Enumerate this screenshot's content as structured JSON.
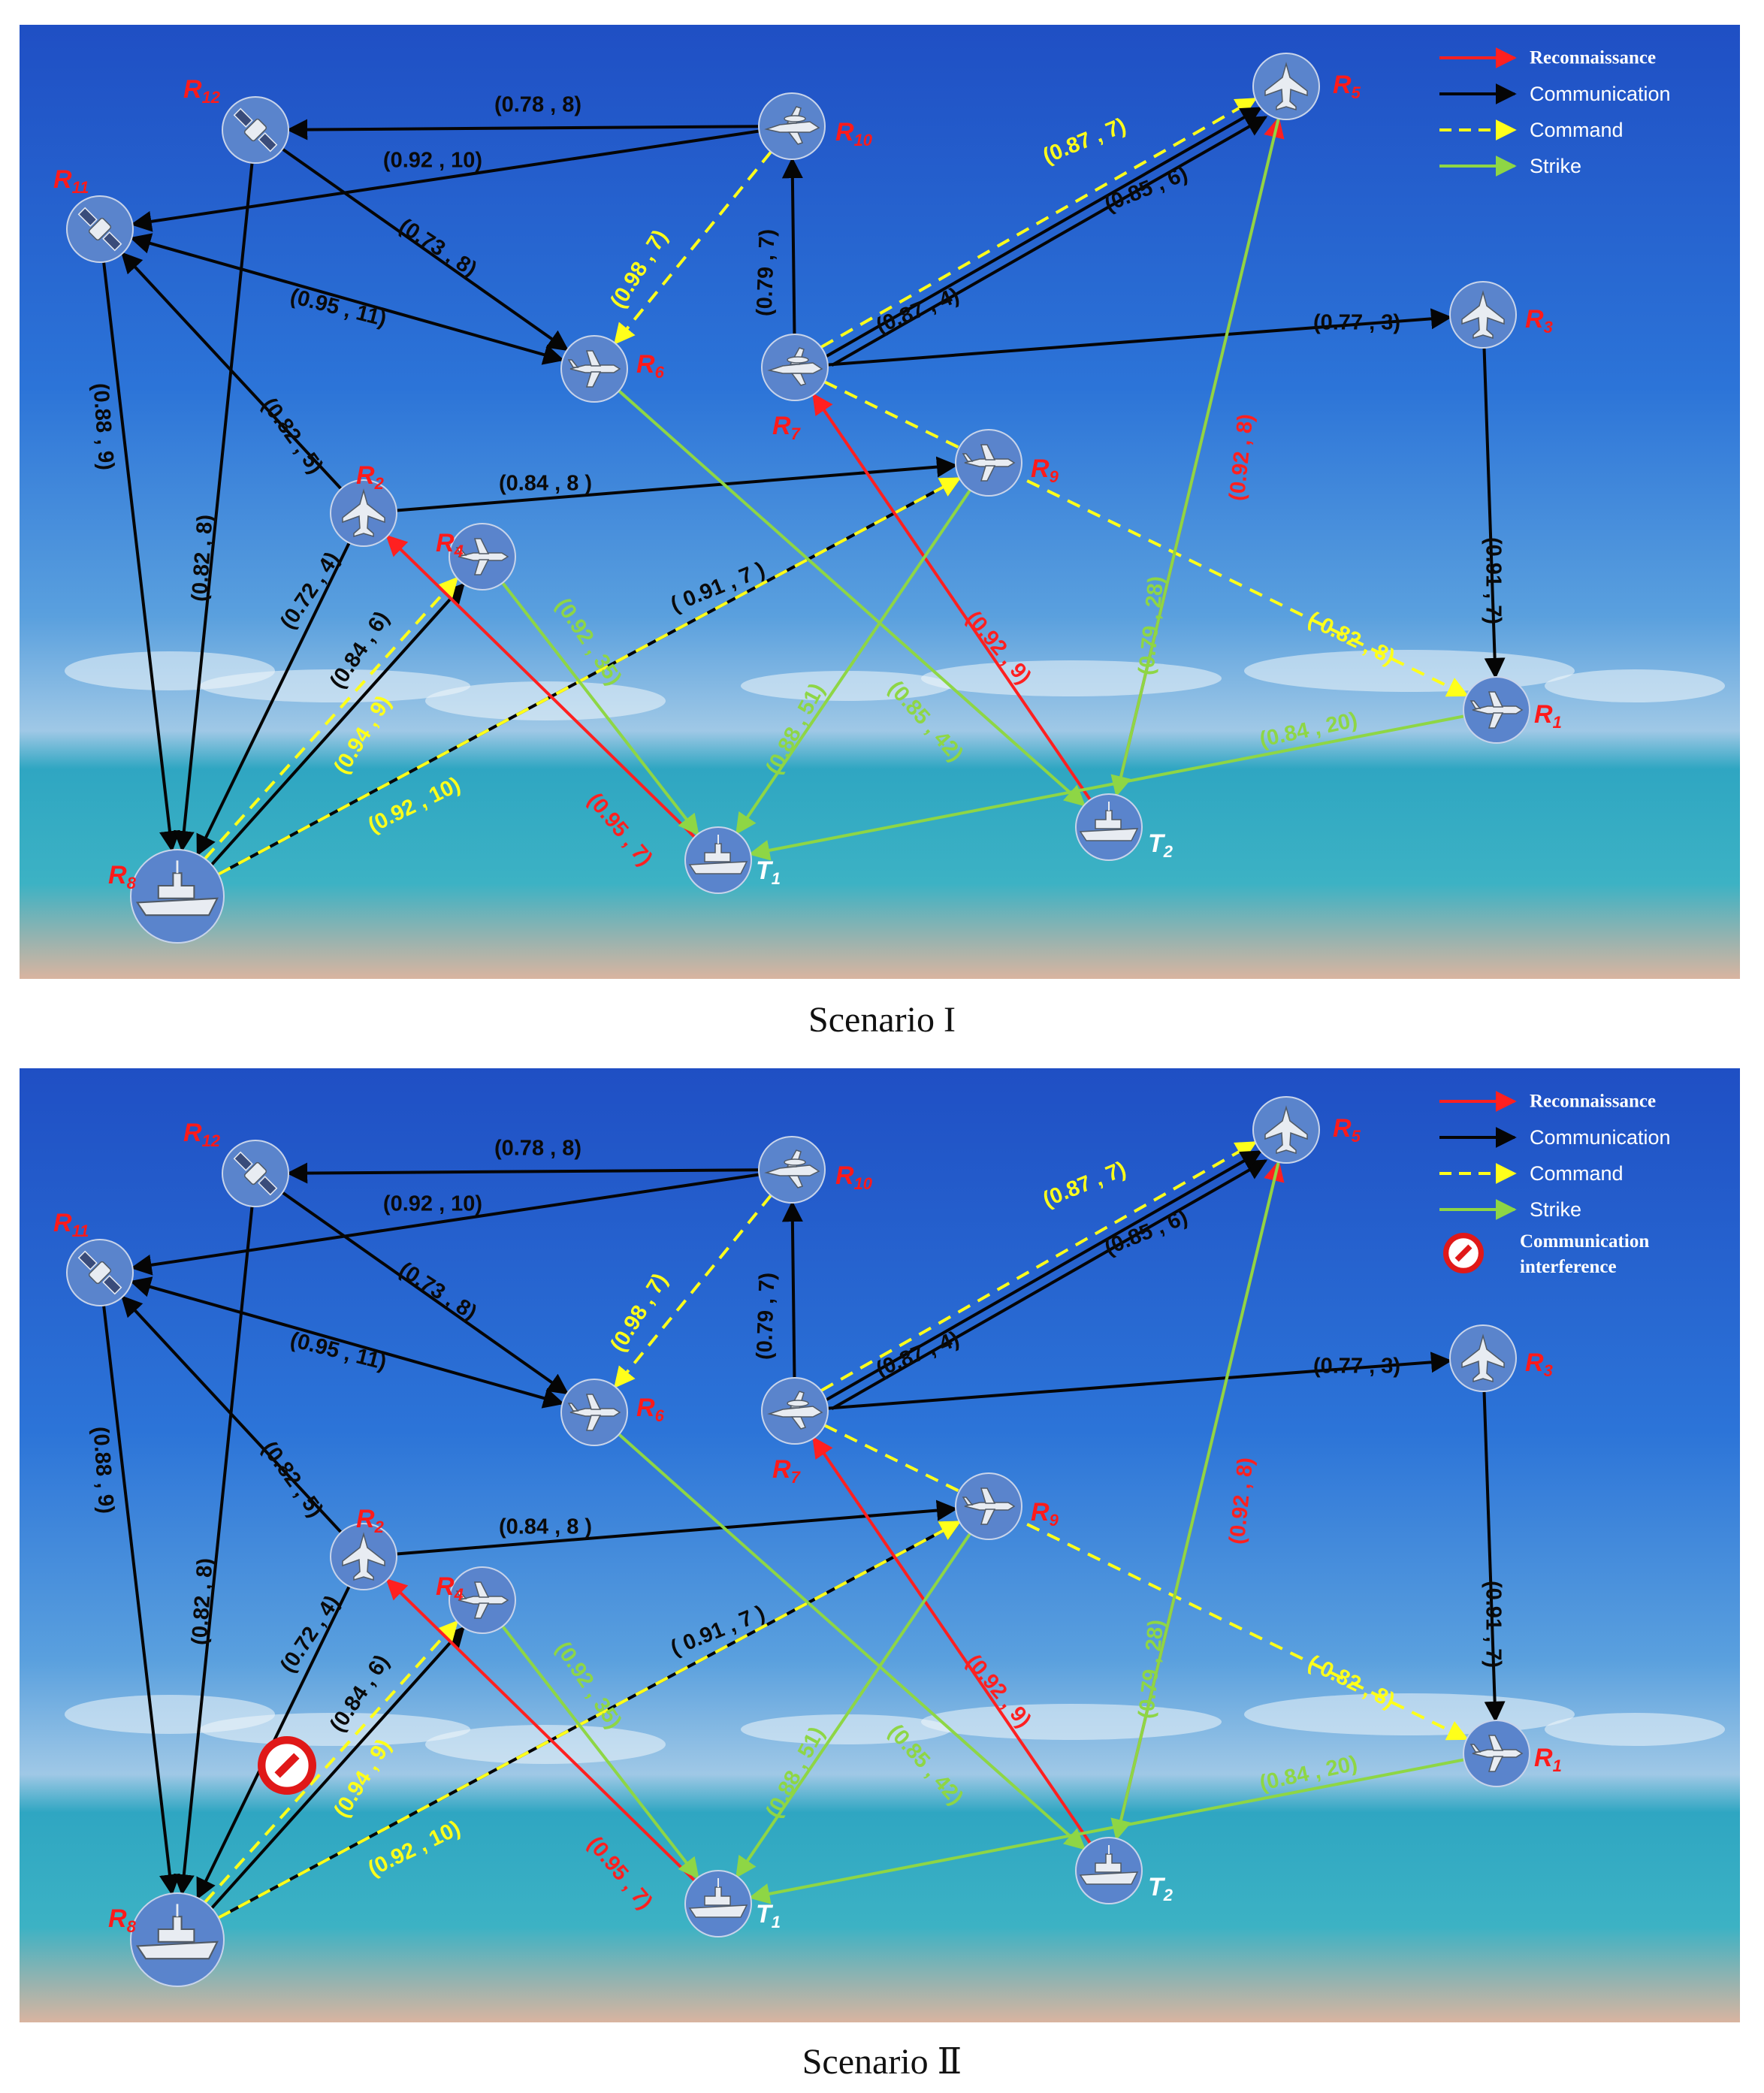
{
  "colors": {
    "reconnaissance": "#ff2020",
    "communication": "#050505",
    "command": "#ffff1a",
    "strike": "#8ed645",
    "node_fill": "#5a84cc",
    "red_label": "#ff1a1a",
    "white_label": "#ffffff"
  },
  "legend": {
    "reconnaissance": "Reconnaissance",
    "communication": "Communication",
    "command": "Command",
    "strike": "Strike",
    "interference": "Communication interference"
  },
  "captions": [
    "Scenario I",
    "Scenario Ⅱ"
  ],
  "nodes": [
    {
      "id": "R1",
      "base": "R",
      "sub": "1",
      "icon": "drone-icon",
      "label_color": "red"
    },
    {
      "id": "R2",
      "base": "R",
      "sub": "2",
      "icon": "fighter-jet-icon",
      "label_color": "red"
    },
    {
      "id": "R3",
      "base": "R",
      "sub": "3",
      "icon": "fighter-jet-icon",
      "label_color": "red"
    },
    {
      "id": "R4",
      "base": "R",
      "sub": "4",
      "icon": "drone-icon",
      "label_color": "red"
    },
    {
      "id": "R5",
      "base": "R",
      "sub": "5",
      "icon": "fighter-jet-icon",
      "label_color": "red"
    },
    {
      "id": "R6",
      "base": "R",
      "sub": "6",
      "icon": "drone-icon",
      "label_color": "red"
    },
    {
      "id": "R7",
      "base": "R",
      "sub": "7",
      "icon": "awacs-aircraft-icon",
      "label_color": "red"
    },
    {
      "id": "R8",
      "base": "R",
      "sub": "8",
      "icon": "warship-icon",
      "label_color": "red"
    },
    {
      "id": "R9",
      "base": "R",
      "sub": "9",
      "icon": "drone-icon",
      "label_color": "red"
    },
    {
      "id": "R10",
      "base": "R",
      "sub": "10",
      "icon": "awacs-aircraft-icon",
      "label_color": "red"
    },
    {
      "id": "R11",
      "base": "R",
      "sub": "11",
      "icon": "satellite-icon",
      "label_color": "red"
    },
    {
      "id": "R12",
      "base": "R",
      "sub": "12",
      "icon": "satellite-icon",
      "label_color": "red"
    },
    {
      "id": "T1",
      "base": "T",
      "sub": "1",
      "icon": "warship-icon",
      "label_color": "white"
    },
    {
      "id": "T2",
      "base": "T",
      "sub": "2",
      "icon": "warship-icon",
      "label_color": "white"
    }
  ],
  "edges": [
    {
      "from": "R10",
      "to": "R12",
      "type": "communication",
      "label": "(0.78 , 8)"
    },
    {
      "from": "R10",
      "to": "R11",
      "type": "communication",
      "label": "(0.92 , 10)"
    },
    {
      "from": "R12",
      "to": "R6",
      "type": "communication",
      "label": "(0.73 , 8)"
    },
    {
      "from": "R6",
      "to": "R11",
      "type": "communication",
      "label": "(0.95 , 11)",
      "arrow_both": true
    },
    {
      "from": "R11",
      "to": "R8",
      "type": "communication",
      "label": "(0.88 , 9)"
    },
    {
      "from": "R12",
      "to": "R8",
      "type": "communication",
      "label": "(0.82 , 8)"
    },
    {
      "from": "R2",
      "to": "R11",
      "type": "communication",
      "label": "(0.82 , 5)"
    },
    {
      "from": "R2",
      "to": "R8",
      "type": "communication",
      "label": "(0.72 , 4)"
    },
    {
      "from": "R8",
      "to": "R4",
      "type": "communication",
      "label": "(0.84 , 6)"
    },
    {
      "from": "R2",
      "to": "R9",
      "type": "communication",
      "label": "(0.84 , 8 )"
    },
    {
      "from": "R8",
      "to": "R9",
      "type": "communication",
      "label": "( 0.91 , 7 )"
    },
    {
      "from": "R7",
      "to": "R10",
      "type": "communication",
      "label": "(0.79 , 7)"
    },
    {
      "from": "R7",
      "to": "R5",
      "type": "communication",
      "label": "(0.85 , 6)"
    },
    {
      "from": "R7",
      "to": "R3",
      "type": "communication",
      "label": "(0.77 , 3)"
    },
    {
      "from": "R3",
      "to": "R1",
      "type": "communication",
      "label": "(0.91 , 7)"
    },
    {
      "from": "R10",
      "to": "R6",
      "type": "command",
      "label": "(0.98 , 7)"
    },
    {
      "from": "R7",
      "to": "R5",
      "type": "command",
      "label": "(0.87 , 7)"
    },
    {
      "from": "R7",
      "to": "R1",
      "type": "command",
      "label": "( 0.82 , 8)"
    },
    {
      "from": "R8",
      "to": "R4",
      "type": "command",
      "label": "(0.94 , 9)"
    },
    {
      "from": "R8",
      "to": "R9",
      "type": "command",
      "label": "(0.92 , 10)"
    },
    {
      "from": "R7",
      "to": "R5",
      "type": "communication",
      "label": "(0.87 , 4)"
    },
    {
      "from": "T1",
      "to": "R2",
      "type": "reconnaissance",
      "label": "(0.95 , 7)"
    },
    {
      "from": "T2",
      "to": "R7",
      "type": "reconnaissance",
      "label": "(0.92 , 9)"
    },
    {
      "from": "T2",
      "to": "R5",
      "type": "reconnaissance",
      "label": "(0.92 , 8)"
    },
    {
      "from": "R4",
      "to": "T1",
      "type": "strike",
      "label": "(0.92 , 35)"
    },
    {
      "from": "R9",
      "to": "T1",
      "type": "strike",
      "label": "(0.88 , 51)"
    },
    {
      "from": "R6",
      "to": "T2",
      "type": "strike",
      "label": "(0.85 , 42)"
    },
    {
      "from": "R5",
      "to": "T2",
      "type": "strike",
      "label": "(0.79 , 28)"
    },
    {
      "from": "R1",
      "to": "T1",
      "type": "strike",
      "label": "(0.84 , 20)"
    }
  ],
  "scenario2": {
    "interference_icon": "no-entry-icon"
  }
}
